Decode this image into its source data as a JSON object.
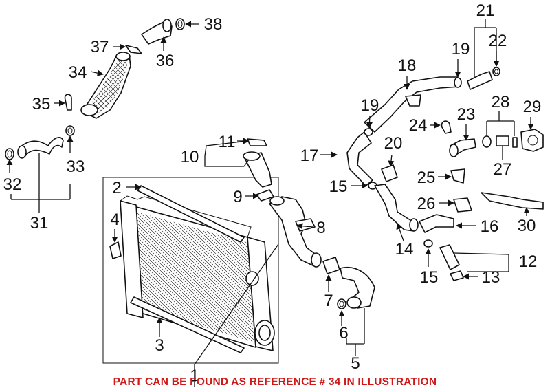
{
  "diagram": {
    "callouts": [
      "1",
      "2",
      "3",
      "4",
      "5",
      "6",
      "7",
      "8",
      "9",
      "10",
      "11",
      "12",
      "13",
      "14",
      "15",
      "16",
      "17",
      "18",
      "19",
      "20",
      "21",
      "22",
      "23",
      "24",
      "25",
      "26",
      "27",
      "28",
      "29",
      "30",
      "31",
      "32",
      "33",
      "34",
      "35",
      "36",
      "37",
      "38"
    ],
    "footer_note": "PART CAN BE FOUND AS REFERENCE # 34 IN ILLUSTRATION",
    "colors": {
      "lines": "#111111",
      "note": "#d01818",
      "background": "#ffffff"
    }
  }
}
